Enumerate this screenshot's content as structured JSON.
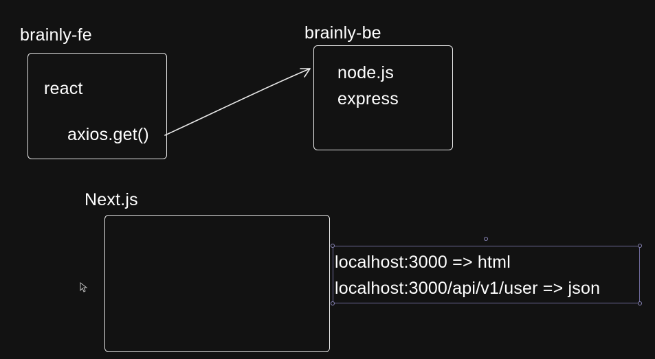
{
  "frontend": {
    "title": "brainly-fe",
    "lines": [
      "react",
      "axios.get()"
    ]
  },
  "backend": {
    "title": "brainly-be",
    "lines": [
      "node.js",
      "express"
    ]
  },
  "nextjs": {
    "title": "Next.js"
  },
  "routes": {
    "lines": [
      "localhost:3000 => html",
      "localhost:3000/api/v1/user => json"
    ]
  },
  "colors": {
    "background": "#121212",
    "stroke": "#e9e9e9",
    "selection": "#6e6a9a"
  },
  "icons": [
    "arrow-connector",
    "mouse-pointer-icon",
    "resize-handle-icon",
    "rotate-handle-icon"
  ]
}
